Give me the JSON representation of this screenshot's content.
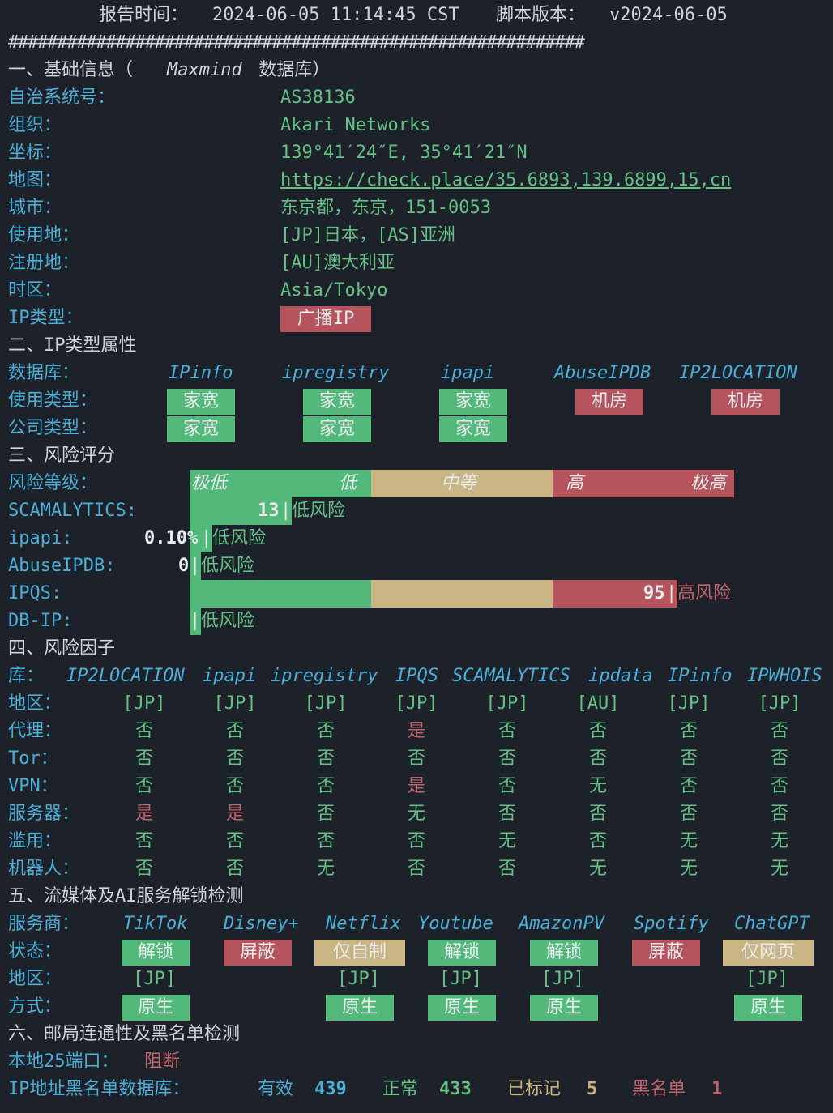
{
  "header": {
    "report_time_label": "报告时间：",
    "report_time": "2024-06-05 11:14:45 CST",
    "version_label": "脚本版本：",
    "version": "v2024-06-05",
    "hash_line": "###########################################################"
  },
  "s1": {
    "title_a": "一、基础信息（",
    "title_b": "Maxmind",
    "title_c": " 数据库）",
    "asn_label": "自治系统号：",
    "asn": "AS38136",
    "org_label": "组织：",
    "org": "Akari Networks",
    "coord_label": "坐标：",
    "coord": "139°41′24″E, 35°41′21″N",
    "map_label": "地图：",
    "map": "https://check.place/35.6893,139.6899,15,cn",
    "city_label": "城市：",
    "city": "东京都，东京，151-0053",
    "use_label": "使用地：",
    "use": "[JP]日本，[AS]亚洲",
    "reg_label": "注册地：",
    "reg": "[AU]澳大利亚",
    "tz_label": "时区：",
    "tz": "Asia/Tokyo",
    "iptype_label": "IP类型：",
    "iptype": "广播IP"
  },
  "s2": {
    "title": "二、IP类型属性",
    "db_label": "数据库：",
    "dbs": [
      "IPinfo",
      "ipregistry",
      "ipapi",
      "AbuseIPDB",
      "IP2LOCATION"
    ],
    "usage_label": "使用类型：",
    "usage": [
      "家宽",
      "家宽",
      "家宽",
      "机房",
      "机房"
    ],
    "company_label": "公司类型：",
    "company": [
      "家宽",
      "家宽",
      "家宽"
    ]
  },
  "s3": {
    "title": "三、风险评分",
    "level_label": "风险等级：",
    "levels": [
      "极低",
      "低",
      "中等",
      "高",
      "极高"
    ],
    "scores": [
      {
        "label": "SCAMALYTICS:",
        "score": "13",
        "text": "低风险",
        "value": 13
      },
      {
        "label": "ipapi:",
        "score": "0.10%",
        "text": "低风险",
        "value": 0.1
      },
      {
        "label": "AbuseIPDB:",
        "score": "0",
        "text": "低风险",
        "value": 0
      },
      {
        "label": "IPQS:",
        "score": "95",
        "text": "高风险",
        "value": 95
      },
      {
        "label": "DB-IP:",
        "score": "",
        "text": "低风险",
        "value": 0
      }
    ],
    "sep": "|"
  },
  "s4": {
    "title": "四、风险因子",
    "lib_label": "库：",
    "libs": [
      "IP2LOCATION",
      "ipapi",
      "ipregistry",
      "IPQS",
      "SCAMALYTICS",
      "ipdata",
      "IPinfo",
      "IPWHOIS"
    ],
    "rows": [
      {
        "label": "地区：",
        "values": [
          "[JP]",
          "[JP]",
          "[JP]",
          "[JP]",
          "[JP]",
          "[AU]",
          "[JP]",
          "[JP]"
        ]
      },
      {
        "label": "代理：",
        "values": [
          "否",
          "否",
          "否",
          "是",
          "否",
          "否",
          "否",
          "否"
        ]
      },
      {
        "label": "Tor：",
        "values": [
          "否",
          "否",
          "否",
          "否",
          "否",
          "否",
          "否",
          "否"
        ]
      },
      {
        "label": "VPN：",
        "values": [
          "否",
          "否",
          "否",
          "是",
          "否",
          "无",
          "否",
          "否"
        ]
      },
      {
        "label": "服务器：",
        "values": [
          "是",
          "是",
          "否",
          "无",
          "否",
          "否",
          "否",
          "否"
        ]
      },
      {
        "label": "滥用：",
        "values": [
          "否",
          "否",
          "否",
          "否",
          "无",
          "否",
          "无",
          "无"
        ]
      },
      {
        "label": "机器人：",
        "values": [
          "否",
          "否",
          "无",
          "否",
          "否",
          "无",
          "无",
          "无"
        ]
      }
    ]
  },
  "s5": {
    "title": "五、流媒体及AI服务解锁检测",
    "svc_label": "服务商：",
    "services": [
      "TikTok",
      "Disney+",
      "Netflix",
      "Youtube",
      "AmazonPV",
      "Spotify",
      "ChatGPT"
    ],
    "status_label": "状态：",
    "status": [
      "解锁",
      "屏蔽",
      "仅自制",
      "解锁",
      "解锁",
      "屏蔽",
      "仅网页"
    ],
    "region_label": "地区：",
    "regions": [
      "[JP]",
      "",
      "[JP]",
      "[JP]",
      "[JP]",
      "",
      "[JP]"
    ],
    "method_label": "方式：",
    "methods": [
      "原生",
      "",
      "原生",
      "原生",
      "原生",
      "",
      "原生"
    ]
  },
  "s6": {
    "title": "六、邮局连通性及黑名单检测",
    "port_label": "本地25端口：",
    "port": "阻断",
    "bl_label": "IP地址黑名单数据库：",
    "valid_label": "有效",
    "valid": "439",
    "normal_label": "正常",
    "normal": "433",
    "marked_label": "已标记",
    "marked": "5",
    "black_label": "黑名单",
    "black": "1"
  },
  "colors": {
    "background": "#1d212a",
    "green": "#52b97a",
    "red": "#b5545d",
    "yellow": "#c9b684",
    "blue": "#4aaed6"
  }
}
